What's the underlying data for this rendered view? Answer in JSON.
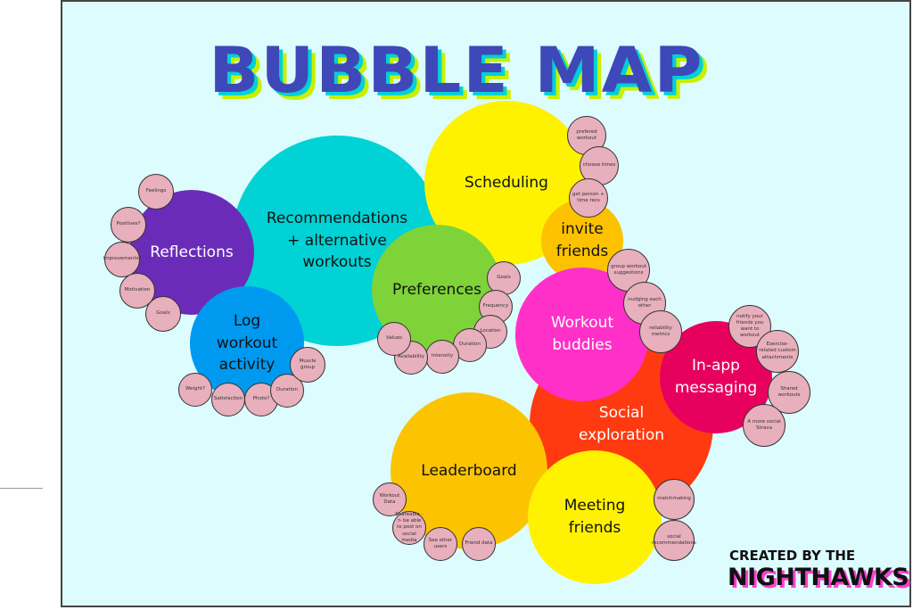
{
  "title": "BUBBLE MAP",
  "credit": {
    "line1": "CREATED BY THE",
    "line2": "NIGHTHAWKS"
  },
  "big_bubbles": [
    {
      "label": "Recommendations\n+ alternative\nworkouts",
      "color": "#00d2d6",
      "text_color": "#111111"
    },
    {
      "label": "Scheduling",
      "color": "#fff200",
      "text_color": "#111111"
    },
    {
      "label": "Reflections",
      "color": "#6a2cb8",
      "text_color": "#ffffff"
    },
    {
      "label": "Log\nworkout\nactivity",
      "color": "#0099f0",
      "text_color": "#111111"
    },
    {
      "label": "Preferences",
      "color": "#7ed338",
      "text_color": "#111111"
    },
    {
      "label": "Social\nexploration",
      "color": "#ff3a10",
      "text_color": "#ffffff"
    },
    {
      "label": "invite\nfriends",
      "color": "#fcc200",
      "text_color": "#111111"
    },
    {
      "label": "Workout\nbuddies",
      "color": "#ff30c8",
      "text_color": "#ffffff"
    },
    {
      "label": "In-app\nmessaging",
      "color": "#e8005e",
      "text_color": "#ffffff"
    },
    {
      "label": "Leaderboard",
      "color": "#fcc400",
      "text_color": "#111111"
    },
    {
      "label": "Meeting\nfriends",
      "color": "#fff200",
      "text_color": "#111111"
    }
  ],
  "small_bubbles": [
    "Feelings",
    "Positives?",
    "Improvements?",
    "Motivation",
    "Goals",
    "Weight?",
    "Satisfaction",
    "Photo?",
    "Duration",
    "Muscle group",
    "Goals",
    "Frequency",
    "Location",
    "Duration",
    "Intensity",
    "Availability",
    "Values",
    "prefered workout",
    "choose times",
    "get person + time recs",
    "group workout suggestions",
    "nudging each other",
    "reliability metrics",
    "notify your friends you want to workout",
    "Exercise-related custom attachments",
    "Shared workouts",
    "A more social Strava",
    "Workout Data",
    "Shareable -> be able to post on social media",
    "See other users",
    "Friend data",
    "matchmaking",
    "social recommendations"
  ]
}
